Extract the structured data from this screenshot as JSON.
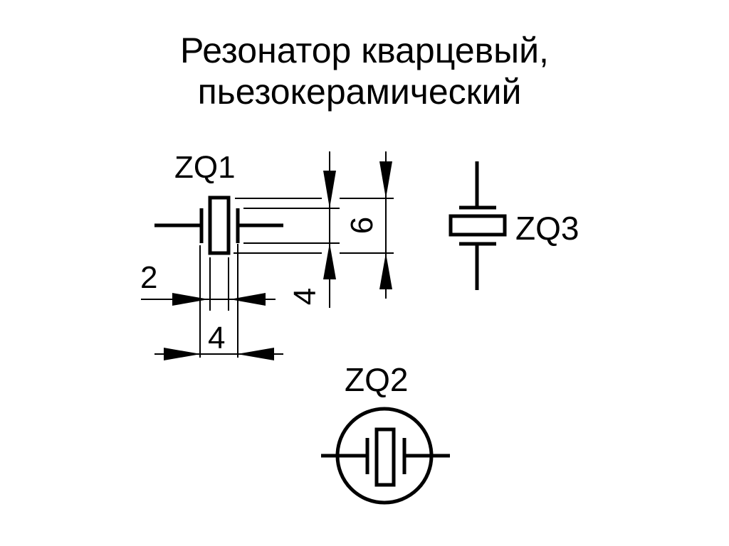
{
  "title": {
    "line1": "Резонатор кварцевый,",
    "line2": "пьезокерамический"
  },
  "symbols": {
    "zq1": {
      "label": "ZQ1",
      "dim_gap": "2",
      "dim_width": "4",
      "dim_plate": "4",
      "dim_body": "6"
    },
    "zq2": {
      "label": "ZQ2"
    },
    "zq3": {
      "label": "ZQ3"
    }
  },
  "colors": {
    "ink": "#000000",
    "background": "#ffffff"
  }
}
